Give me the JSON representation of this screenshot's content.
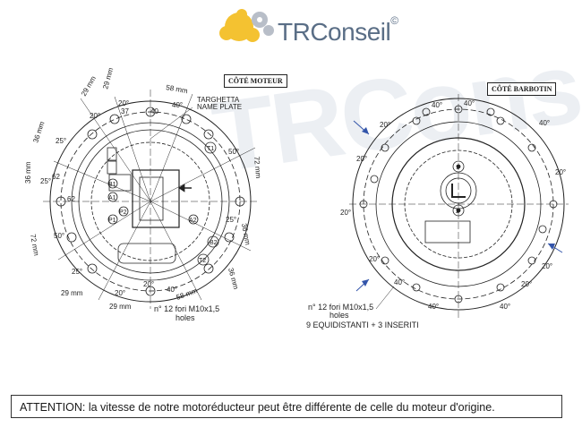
{
  "brand": {
    "name": "TRConseil",
    "mark": "©"
  },
  "labels": {
    "motor_side": "CÔTÉ MOTEUR",
    "sprocket_side": "CÔTÉ BARBOTIN"
  },
  "left_drawing": {
    "dims": [
      "29 mm",
      "29 mm",
      "36 mm",
      "36 mm",
      "72 mm",
      "29 mm",
      "29 mm",
      "58 mm",
      "36 mm",
      "36 mm",
      "72 mm",
      "58 mm"
    ],
    "angles": [
      "20°",
      "20°",
      "25°",
      "25°",
      "25°",
      "50°",
      "40°",
      "40°",
      "25°",
      "20°",
      "20°",
      "50°"
    ],
    "measures": [
      "37",
      "40",
      "62",
      "62"
    ],
    "plate_label": "TARGHETTA\nNAME PLATE",
    "ports": [
      "T1",
      "B1",
      "A1",
      "P1",
      "A2",
      "B2",
      "T2",
      "P2"
    ],
    "holes_note_1": "n° 12 fori M10x1,5",
    "holes_note_2": "holes"
  },
  "right_drawing": {
    "angles": [
      "40°",
      "20°",
      "20°",
      "20°",
      "40°",
      "20°",
      "20°",
      "40°",
      "40°",
      "20°",
      "40°",
      "40°",
      "20°"
    ],
    "ports": [
      "1",
      "2"
    ],
    "holes_note_1": "n° 12 fori M10x1,5",
    "holes_note_2": "holes",
    "holes_note_3": "9 EQUIDISTANTI + 3 INSERITI"
  },
  "footer": {
    "attention": "ATTENTION: la vitesse de notre motoréducteur peut être différente de celle du moteur d'origine."
  }
}
